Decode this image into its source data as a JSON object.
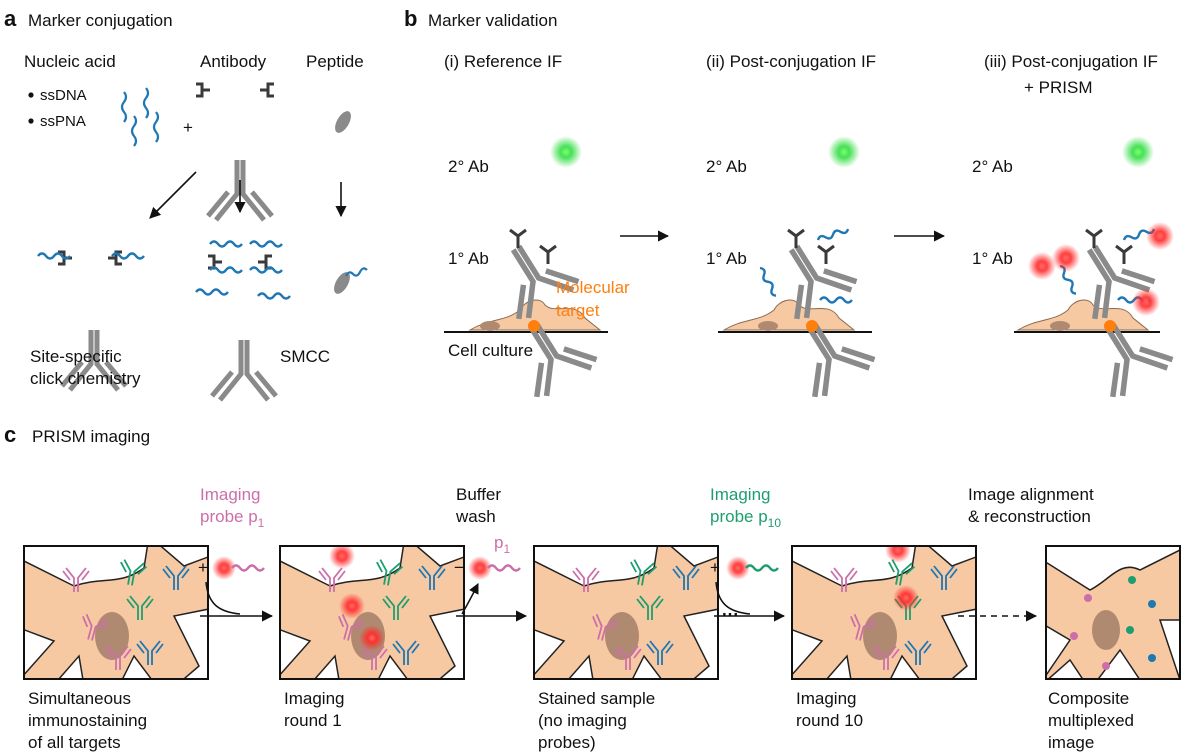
{
  "panel_a": {
    "letter": "a",
    "title": "Marker conjugation",
    "col_nucleic": "Nucleic acid",
    "col_antibody": "Antibody",
    "col_peptide": "Peptide",
    "bullet1": "ssDNA",
    "bullet2": "ssPNA",
    "plus": "+",
    "method_left_1": "Site-specific",
    "method_left_2": "click chemistry",
    "method_right": "SMCC"
  },
  "panel_b": {
    "letter": "b",
    "title": "Marker validation",
    "step1": "(i) Reference IF",
    "step2": "(ii) Post-conjugation IF",
    "step3_1": "(iii)  Post-conjugation IF",
    "step3_2": "+ PRISM",
    "ab2": "2° Ab",
    "ab1": "1° Ab",
    "target_1": "Molecular",
    "target_2": "target",
    "culture": "Cell culture"
  },
  "panel_c": {
    "letter": "c",
    "title": "PRISM imaging",
    "probe1_1": "Imaging",
    "probe1_2": "probe p",
    "probe1_sub": "1",
    "wash_1": "Buffer",
    "wash_2": "wash",
    "wash_p": "p",
    "wash_sub": "1",
    "probe10_1": "Imaging",
    "probe10_2": "probe p",
    "probe10_sub": "10",
    "align_1": "Image alignment",
    "align_2": "& reconstruction",
    "plus": "+",
    "minus": "−",
    "ellipsis": "···",
    "cap1": [
      "Simultaneous",
      "immunostaining",
      "of all targets"
    ],
    "cap2": [
      "Imaging",
      "round 1"
    ],
    "cap3": [
      "Stained sample",
      "(no imaging",
      "probes)"
    ],
    "cap4": [
      "Imaging",
      "round 10"
    ],
    "cap5": [
      "Composite",
      "multiplexed",
      "image"
    ]
  },
  "colors": {
    "antibody_gray": "#8a8a8a",
    "dark_gray": "#3a3a3a",
    "nucleic_blue": "#1f77b4",
    "probe_pink": "#cc6fa8",
    "probe_green": "#1e9e6e",
    "cell_orange": "#f7c9a3",
    "nucleus": "#b08a70",
    "target_orange": "#ff7f0e",
    "red_glow": "#ff2a2a",
    "green_glow": "#33dd44"
  }
}
